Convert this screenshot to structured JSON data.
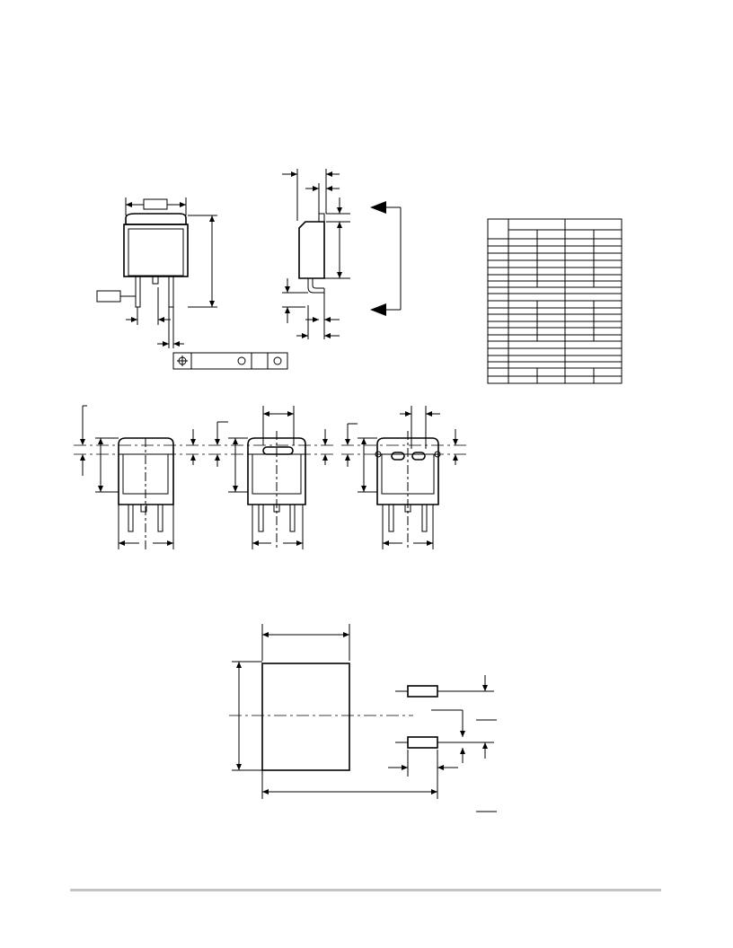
{
  "page": {
    "footer_rule_color": "#c4c4c4"
  },
  "package_drawing": {
    "views": [
      "top-view",
      "side-view",
      "bottom-lead-view",
      "variant-view-a",
      "variant-view-b",
      "variant-view-c",
      "footprint-view"
    ]
  },
  "dimension_table": {
    "rows": 19,
    "columns": 5
  }
}
